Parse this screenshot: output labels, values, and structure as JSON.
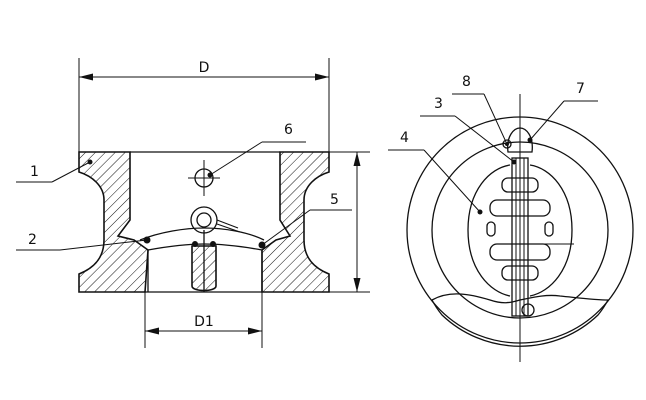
{
  "dimensions": {
    "outer_diameter": "D",
    "inner_diameter": "D1"
  },
  "callouts": [
    {
      "id": "1",
      "text": "1"
    },
    {
      "id": "2",
      "text": "2"
    },
    {
      "id": "3",
      "text": "3"
    },
    {
      "id": "4",
      "text": "4"
    },
    {
      "id": "5",
      "text": "5"
    },
    {
      "id": "6",
      "text": "6"
    },
    {
      "id": "7",
      "text": "7"
    },
    {
      "id": "8",
      "text": "8"
    }
  ],
  "colors": {
    "line": "#111111",
    "hatch": "#111111",
    "background": "#ffffff"
  }
}
